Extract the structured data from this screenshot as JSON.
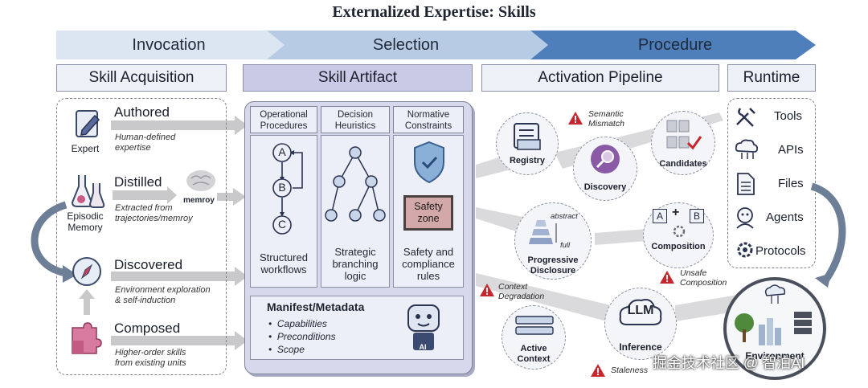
{
  "title": "Externalized Expertise: Skills",
  "stages": [
    "Invocation",
    "Selection",
    "Procedure"
  ],
  "headers": {
    "acquisition": "Skill Acquisition",
    "artifact": "Skill Artifact",
    "pipeline": "Activation Pipeline",
    "runtime": "Runtime"
  },
  "acquisition": {
    "authored": {
      "name": "Authored",
      "desc1": "Human-defined",
      "desc2": "expertise",
      "icon_label": "Expert"
    },
    "distilled": {
      "name": "Distilled",
      "desc1": "Extracted from",
      "desc2": "trajectories/memroy",
      "memory_label": "memroy",
      "episodic1": "Episodic",
      "episodic2": "Memory"
    },
    "discovered": {
      "name": "Discovered",
      "desc1": "Environment exploration",
      "desc2": "& self-induction"
    },
    "composed": {
      "name": "Composed",
      "desc1": "Higher-order skills",
      "desc2": "from existing units"
    }
  },
  "artifact": {
    "cols": [
      {
        "h1": "Operational",
        "h2": "Procedures",
        "t1": "Structured",
        "t2": "workflows",
        "t3": ""
      },
      {
        "h1": "Decision",
        "h2": "Heuristics",
        "t1": "Strategic",
        "t2": "branching",
        "t3": "logic"
      },
      {
        "h1": "Normative",
        "h2": "Constraints",
        "t1": "Safety and",
        "t2": "compliance",
        "t3": "rules"
      }
    ],
    "nodes": [
      "A",
      "B",
      "C"
    ],
    "safety1": "Safety",
    "safety2": "zone",
    "manifest_title": "Manifest/Metadata",
    "manifest_items": [
      "Capabilities",
      "Preconditions",
      "Scope"
    ],
    "robot_tag": "AI"
  },
  "pipeline": {
    "registry": "Registry",
    "discovery": "Discovery",
    "candidates": "Candidates",
    "progressive1": "Progressive",
    "progressive2": "Disclosure",
    "abstract": "abstract",
    "full": "full",
    "composition": "Composition",
    "comp_a": "A",
    "comp_b": "B",
    "comp_plus": "+",
    "llm": "LLM",
    "inference": "Inference",
    "active1": "Active",
    "active2": "Context",
    "warnings": {
      "semantic1": "Semantic",
      "semantic2": "Mismatch",
      "unsafe1": "Unsafe",
      "unsafe2": "Composition",
      "context1": "Context",
      "context2": "Degradation",
      "staleness": "Staleness"
    }
  },
  "runtime": {
    "items": [
      "Tools",
      "APIs",
      "Files",
      "Agents",
      "Protocols"
    ],
    "environment": "Environment"
  },
  "watermark": "掘金技术社区 @ 智泊AI",
  "colors": {
    "stage_light": "#d9e2f2",
    "stage_dark": "#4a7bb4",
    "artifact": "#c9cbe6",
    "warn": "#c8262c"
  }
}
